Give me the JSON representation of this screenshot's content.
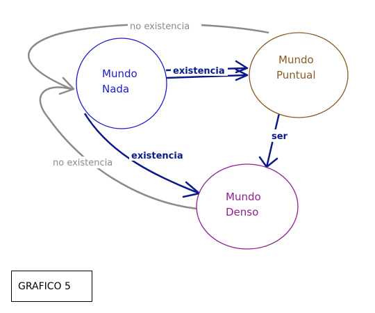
{
  "nodes": {
    "nada": {
      "line1": "Mundo",
      "line2": "Nada",
      "color": "#1a1acc"
    },
    "puntual": {
      "line1": "Mundo",
      "line2": "Puntual",
      "color": "#8a5a1e"
    },
    "denso": {
      "line1": "Mundo",
      "line2": "Denso",
      "color": "#8e1e96"
    }
  },
  "edges": {
    "nada_to_puntual": {
      "label": "existencia",
      "color": "#0a1a8a"
    },
    "puntual_to_denso": {
      "label": "ser",
      "color": "#0a1a8a"
    },
    "nada_to_denso": {
      "label": "existencia",
      "color": "#0a1a8a"
    },
    "puntual_to_nada": {
      "label": "no existencia",
      "color": "#8a8a8a"
    },
    "denso_to_nada": {
      "label": "no existencia",
      "color": "#8a8a8a"
    }
  },
  "caption": {
    "text": "GRAFICO 5"
  }
}
